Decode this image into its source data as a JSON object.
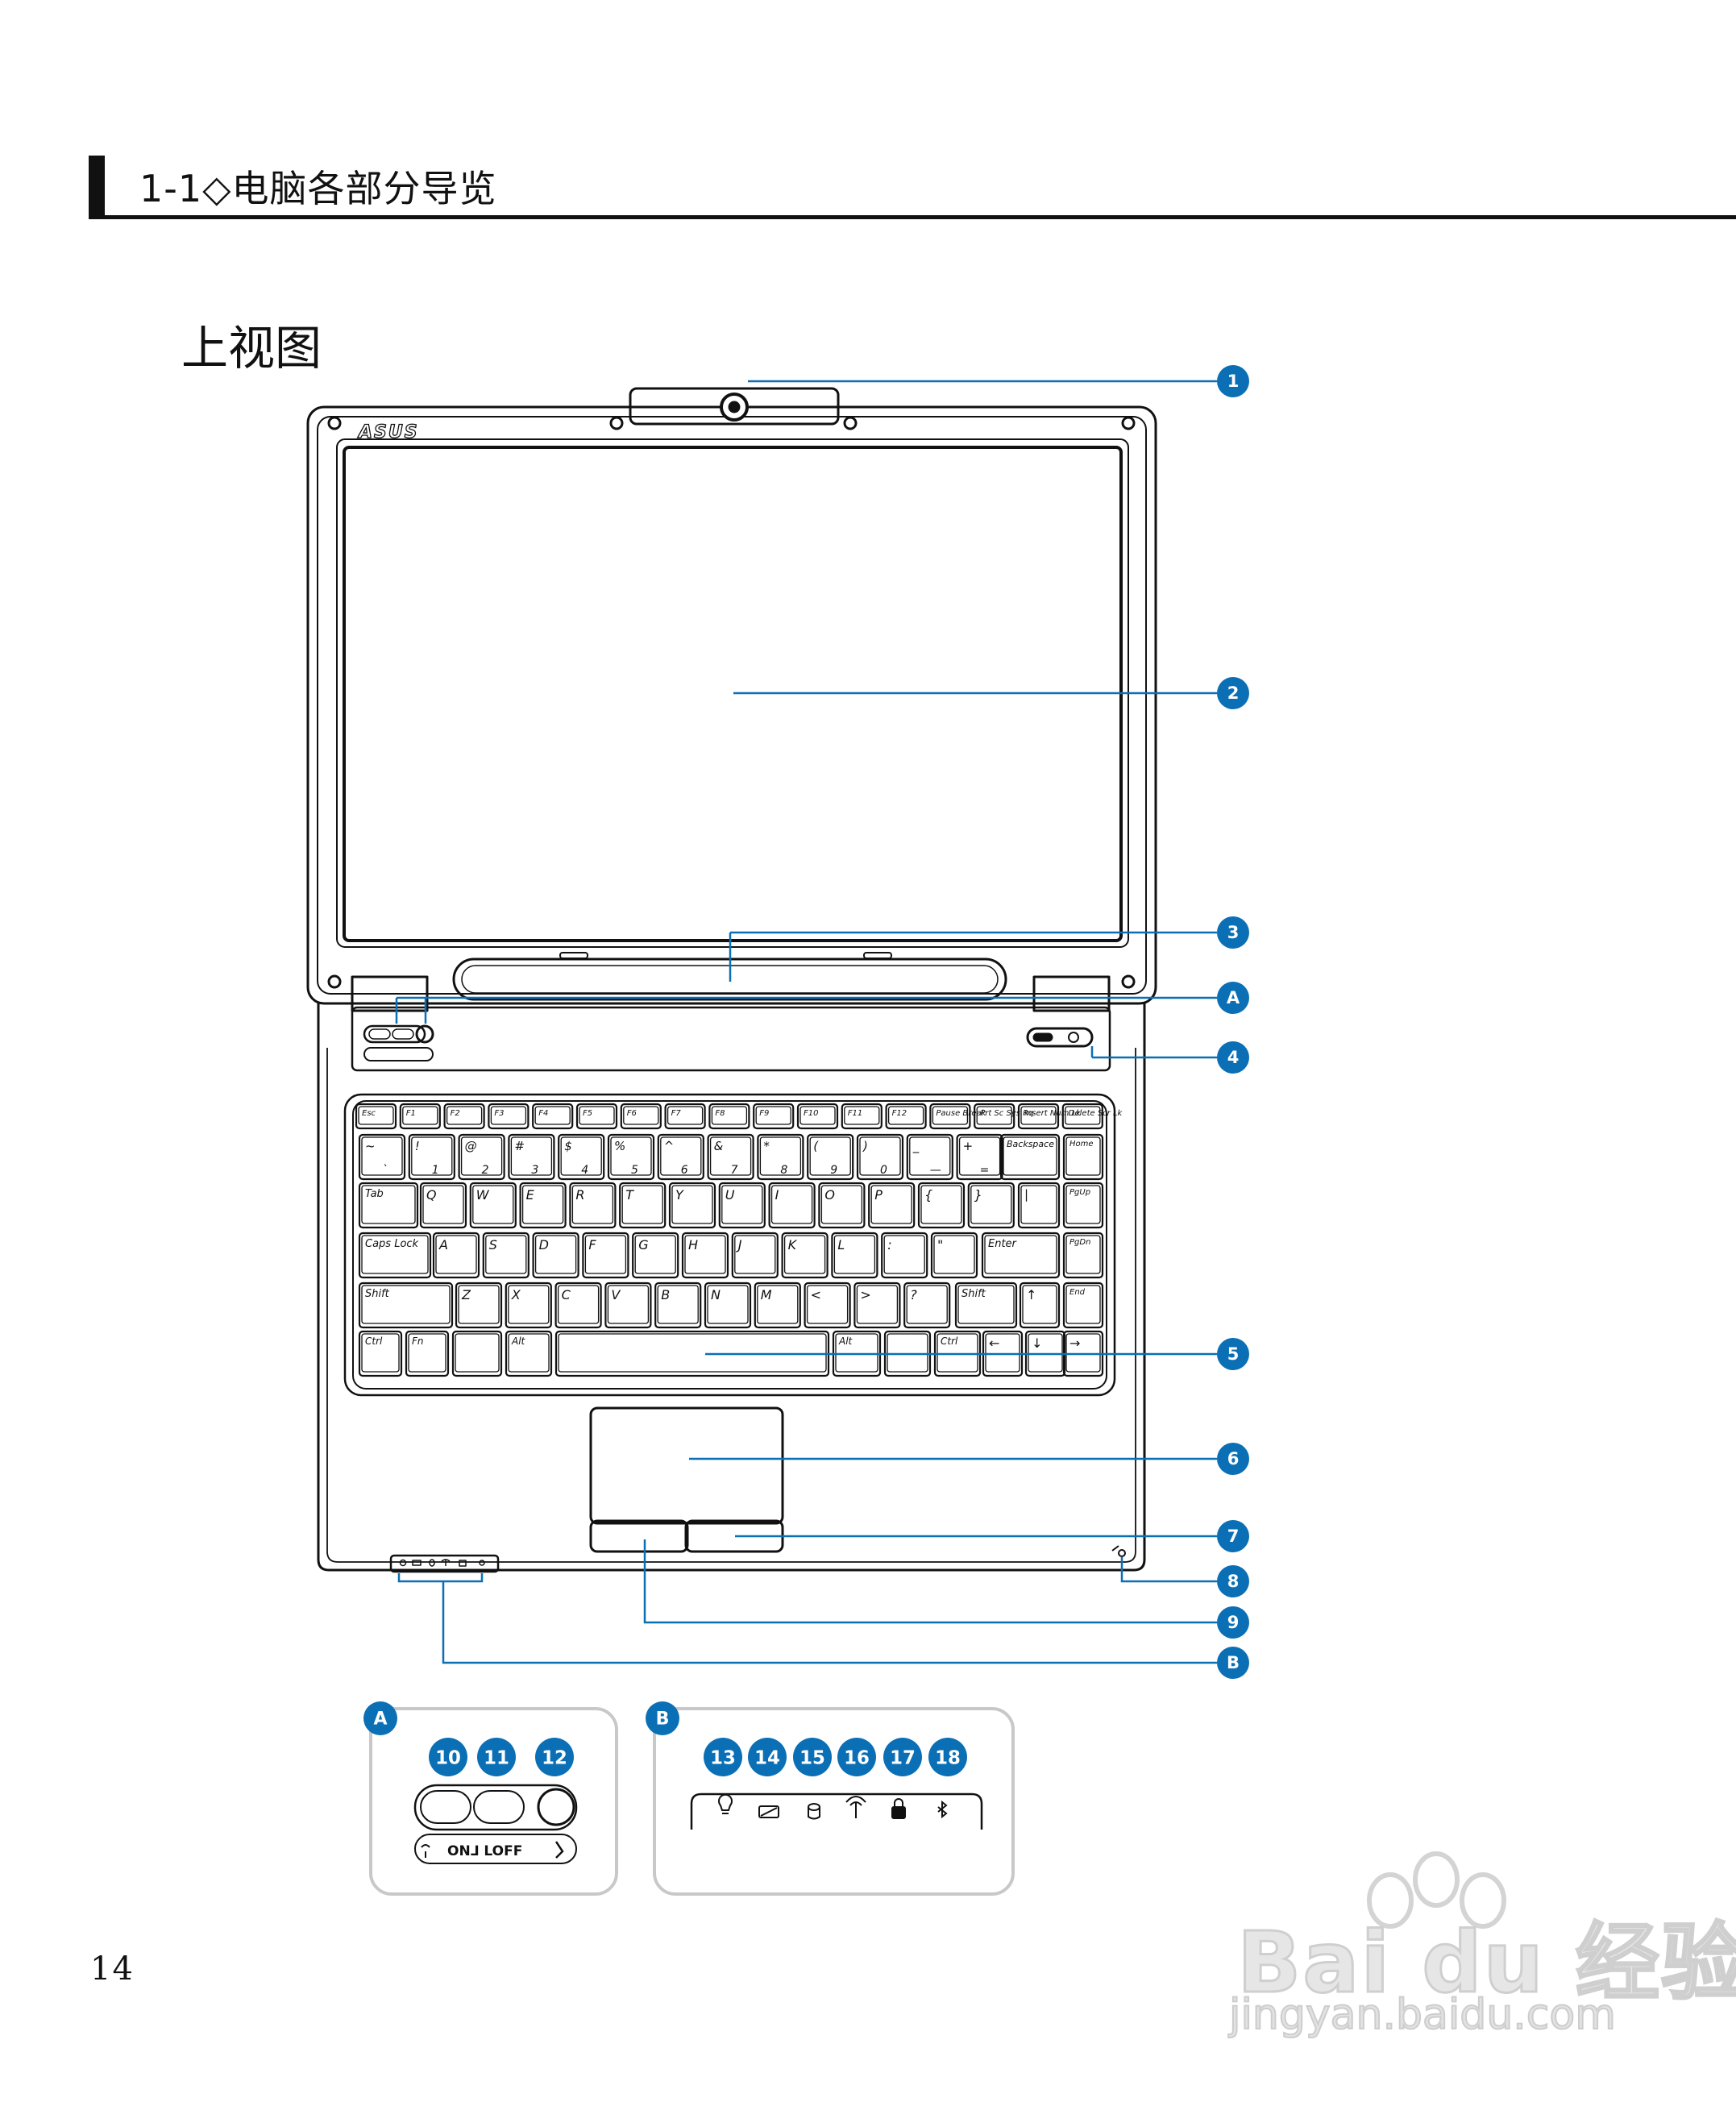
{
  "header": {
    "title": "1-1◇电脑各部分导览"
  },
  "section_title": "上视图",
  "page_number": "14",
  "logo_text": "ASUS",
  "callouts": [
    "1",
    "2",
    "3",
    "A",
    "4",
    "5",
    "6",
    "7",
    "8",
    "9",
    "B"
  ],
  "inset_a": {
    "badge": "A",
    "numbers": [
      "10",
      "11",
      "12"
    ],
    "switch_text": "ON⅃ LOFF"
  },
  "inset_b": {
    "badge": "B",
    "numbers": [
      "13",
      "14",
      "15",
      "16",
      "17",
      "18"
    ]
  },
  "keyboard": {
    "fn_row": [
      "Esc",
      "F1",
      "F2",
      "F3",
      "F4",
      "F5",
      "F6",
      "F7",
      "F8",
      "F9",
      "F10",
      "F11",
      "F12",
      "Pause Break",
      "Prt Sc Sys Rq",
      "Insert Num Lk",
      "Delete Scr Lk"
    ],
    "num_row": [
      "~",
      "!",
      "@",
      "#",
      "$",
      "%",
      "^",
      "&",
      "*",
      "(",
      ")",
      "_",
      "+",
      "Backspace",
      "Home"
    ],
    "num_row_sub": [
      "`",
      "1",
      "2",
      "3",
      "4",
      "5",
      "6",
      "7",
      "8",
      "9",
      "0",
      "—",
      "="
    ],
    "qwerty_row": [
      "Tab",
      "Q",
      "W",
      "E",
      "R",
      "T",
      "Y",
      "U",
      "I",
      "O",
      "P",
      "{",
      "}",
      "|",
      "PgUp"
    ],
    "home_row": [
      "Caps Lock",
      "A",
      "S",
      "D",
      "F",
      "G",
      "H",
      "J",
      "K",
      "L",
      ":",
      "\"",
      "Enter",
      "PgDn"
    ],
    "shift_row": [
      "Shift",
      "Z",
      "X",
      "C",
      "V",
      "B",
      "N",
      "M",
      "<",
      ">",
      "?",
      "Shift",
      "↑",
      "End"
    ],
    "bottom_row": [
      "Ctrl",
      "Fn",
      "",
      "Alt",
      "",
      "Alt",
      "",
      "Ctrl",
      "←",
      "↓",
      "→"
    ]
  },
  "colors": {
    "callout_blue": "#0b6fb5",
    "line": "#111111",
    "inset_border": "#c8c8c8"
  },
  "watermark": {
    "brand": "Bai du 经验",
    "url": "jingyan.baidu.com"
  }
}
